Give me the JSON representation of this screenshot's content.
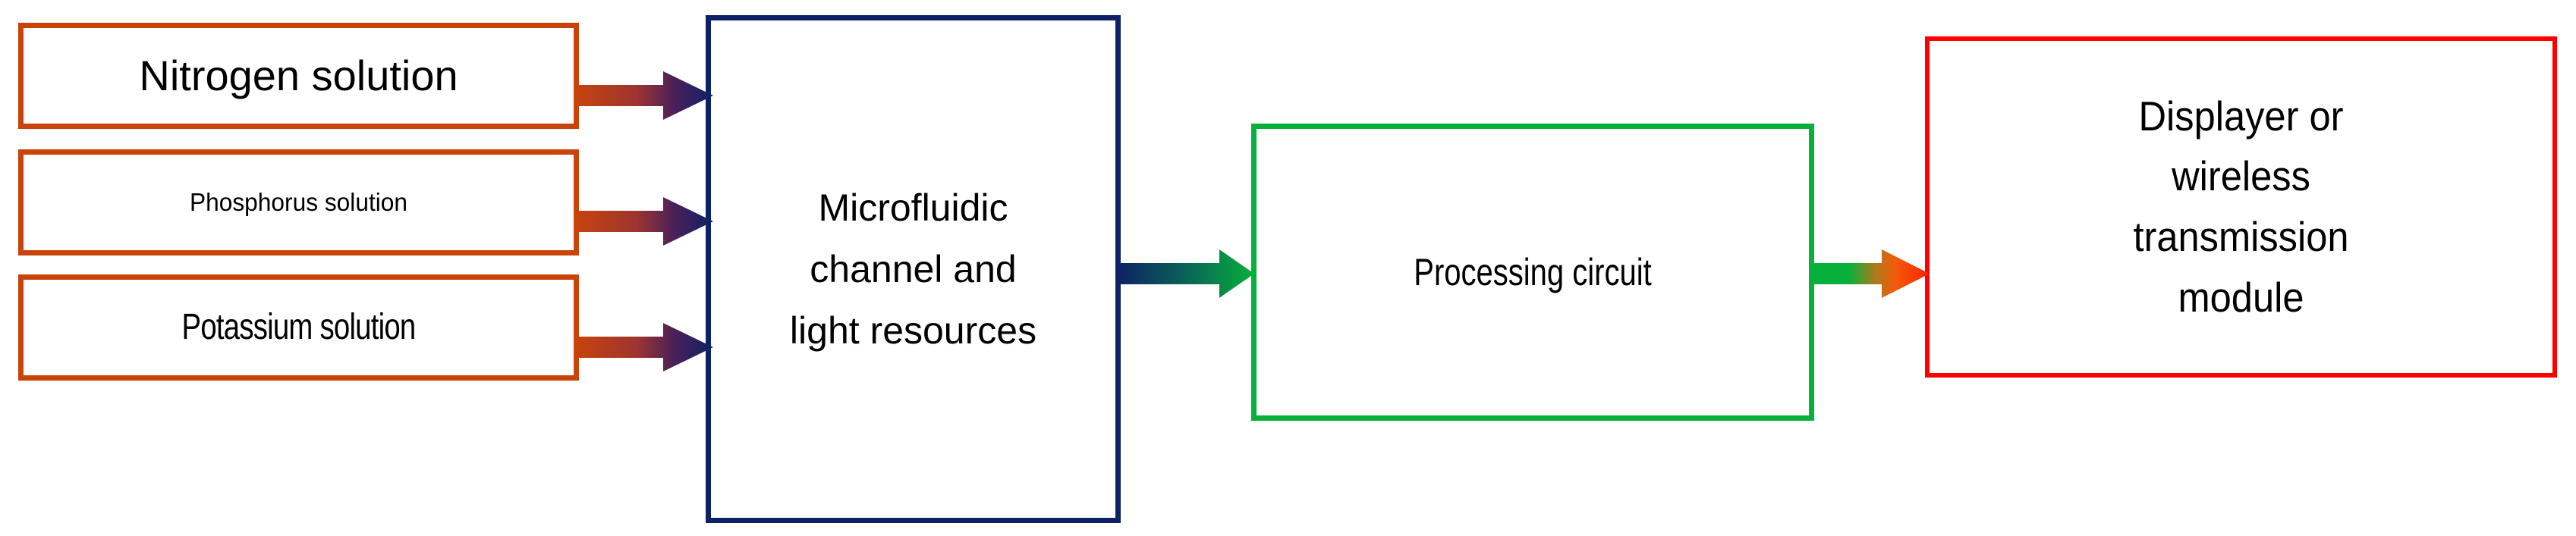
{
  "diagram": {
    "title": "Nutrient sensing system block diagram",
    "type": "block-flow-diagram",
    "background": "#FFFFFF"
  },
  "colors": {
    "input_box_border": "#C8440A",
    "microfluidic_box_border": "#0E2164",
    "processing_box_border": "#07B03B",
    "display_box_border": "#FF0000",
    "arrow_orange": "#C8440A",
    "arrow_navy": "#0E2164",
    "arrow_green": "#07B03B",
    "arrow_red": "#FF2000",
    "text": "#000000"
  },
  "nodes": {
    "inputs": [
      {
        "id": "nitrogen",
        "label": "Nitrogen solution"
      },
      {
        "id": "phosphorus",
        "label": "Phosphorus solution"
      },
      {
        "id": "potassium",
        "label": "Potassium solution"
      }
    ],
    "microfluidic": {
      "id": "microfluidic",
      "label": "Microfluidic\nchannel and\nlight resources"
    },
    "processing": {
      "id": "processing",
      "label": "Processing circuit"
    },
    "display": {
      "id": "display",
      "label": "Displayer or\nwireless\ntransmission\nmodule"
    }
  },
  "edges": [
    {
      "id": "edge-nitrogen-to-microfluidic",
      "from": "nitrogen",
      "to": "microfluidic",
      "gradient_from": "#C8440A",
      "gradient_to": "#0E2164"
    },
    {
      "id": "edge-phosphorus-to-microfluidic",
      "from": "phosphorus",
      "to": "microfluidic",
      "gradient_from": "#C8440A",
      "gradient_to": "#0E2164"
    },
    {
      "id": "edge-potassium-to-microfluidic",
      "from": "potassium",
      "to": "microfluidic",
      "gradient_from": "#C8440A",
      "gradient_to": "#0E2164"
    },
    {
      "id": "edge-microfluidic-to-processing",
      "from": "microfluidic",
      "to": "processing",
      "gradient_from": "#0E2164",
      "gradient_to": "#07B03B"
    },
    {
      "id": "edge-processing-to-display",
      "from": "processing",
      "to": "display",
      "gradient_from": "#07B03B",
      "gradient_to": "#FF2000"
    }
  ]
}
